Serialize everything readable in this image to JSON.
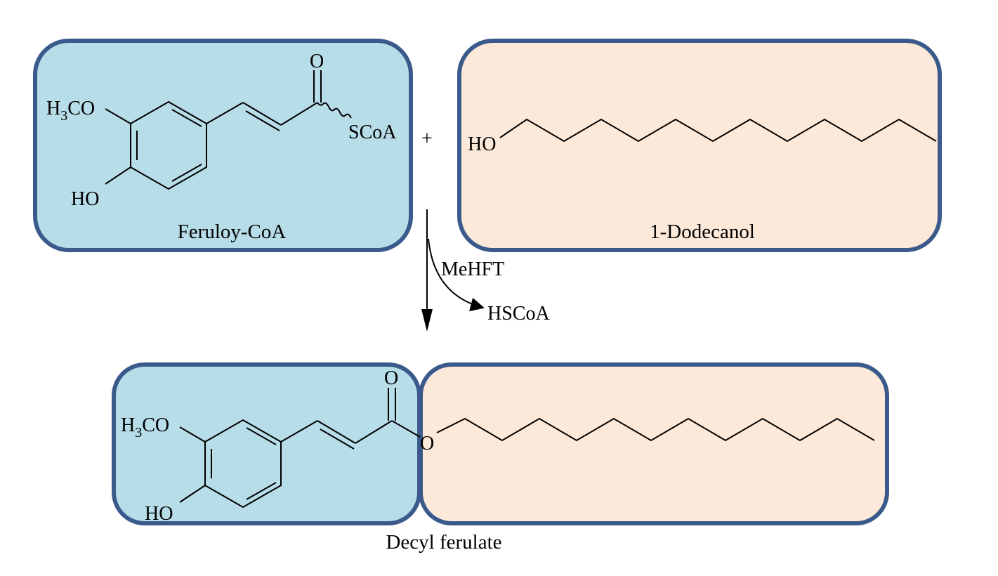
{
  "reactant_1": {
    "name": "Feruloy-CoA",
    "methoxy_label": "H",
    "methoxy_sub": "3",
    "methoxy_rest": "CO",
    "hydroxyl_label": "HO",
    "carbonyl_label": "O",
    "thioester_label": "SCoA",
    "fill_color": "#b7dde8"
  },
  "plus_sign": "+",
  "reactant_2": {
    "name": "1-Dodecanol",
    "hydroxyl_label": "HO",
    "fill_color": "#fde9d9"
  },
  "reaction": {
    "enzyme": "MeHFT",
    "byproduct": "HSCoA"
  },
  "product": {
    "name": "Decyl ferulate",
    "methoxy_label": "H",
    "methoxy_sub": "3",
    "methoxy_rest": "CO",
    "hydroxyl_label": "HO",
    "carbonyl_label": "O",
    "ester_oxygen_label": "O"
  },
  "box_border_color": "#3a5a8c"
}
